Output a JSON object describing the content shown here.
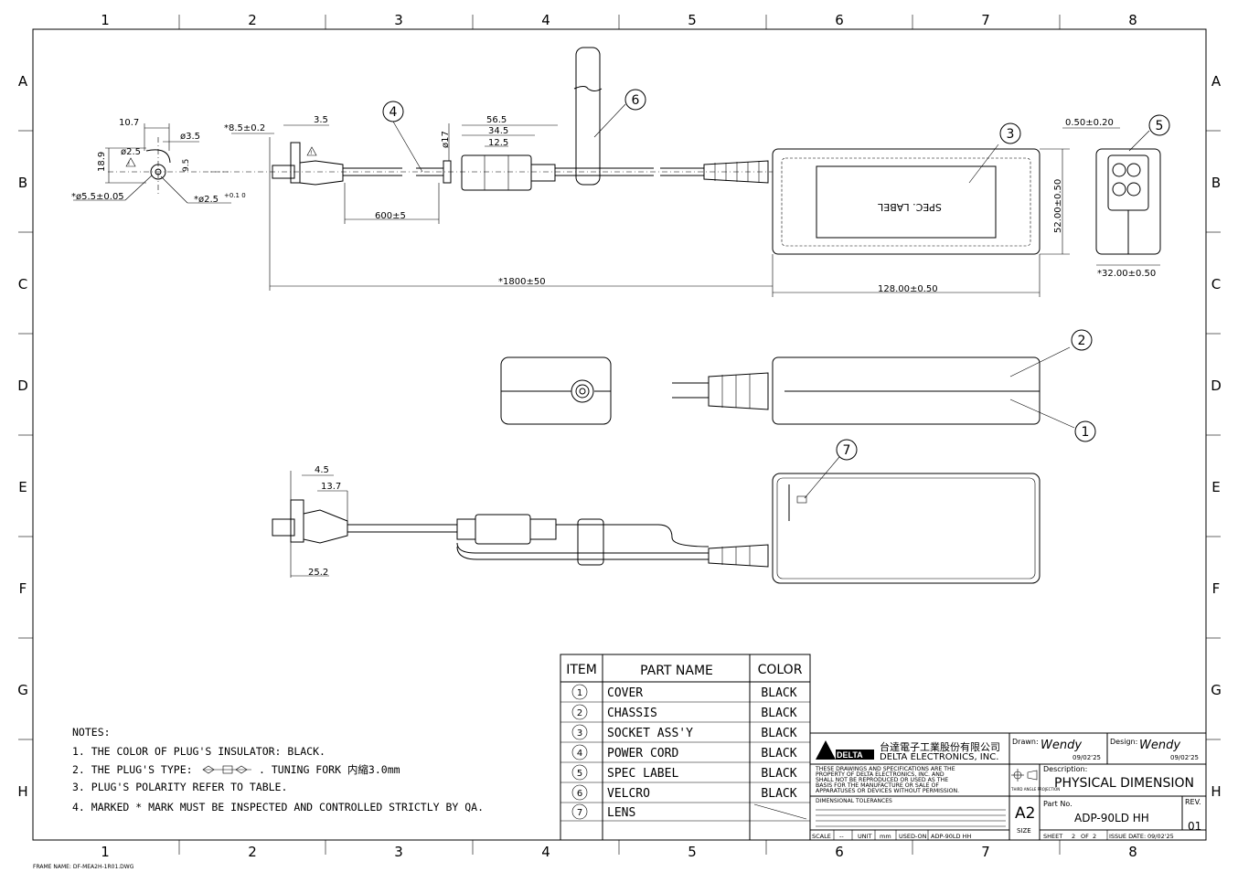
{
  "frame": {
    "columns": [
      "1",
      "2",
      "3",
      "4",
      "5",
      "6",
      "7",
      "8"
    ],
    "rows": [
      "A",
      "B",
      "C",
      "D",
      "E",
      "F",
      "G",
      "H"
    ],
    "frame_name": "FRAME NAME: DF-MEA2H-1R01.DWG"
  },
  "dims": {
    "plug_10_7": "10.7",
    "plug_d25": "ø2.5",
    "plug_d35": "ø3.5",
    "plug_18_9": "18.9",
    "plug_9_5": "9.5",
    "plug_od": "*ø5.5±0.05",
    "plug_id": "*ø2.5",
    "plug_id_tol": "+0.1 0",
    "len_8_5": "*8.5±0.2",
    "len_3_5": "3.5",
    "len_600": "600±5",
    "d17": "ø17",
    "len_56_5": "56.5",
    "len_34_5": "34.5",
    "len_12_5": "12.5",
    "len_1800": "*1800±50",
    "len_128": "128.00±0.50",
    "len_52": "52.00±0.50",
    "len_0_5": "0.50±0.20",
    "len_32": "*32.00±0.50",
    "len_4_5": "4.5",
    "len_13_7": "13.7",
    "len_25_2": "25.2",
    "spec_label": "SPEC. LABEL"
  },
  "balloons": [
    "1",
    "2",
    "3",
    "4",
    "5",
    "6",
    "7"
  ],
  "notes": {
    "title": "NOTES:",
    "items": [
      "1.  THE COLOR OF PLUG'S INSULATOR: BLACK.",
      "2.  THE PLUG'S TYPE:",
      "3.  PLUG'S POLARITY REFER TO TABLE.",
      "4.  MARKED * MARK MUST BE INSPECTED AND CONTROLLED STRICTLY BY QA."
    ],
    "note2_tail": ".   TUNING FORK  内縮3.0mm"
  },
  "parts_table": {
    "headers": [
      "ITEM",
      "PART NAME",
      "COLOR"
    ],
    "rows": [
      {
        "item": "1",
        "name": "COVER",
        "color": "BLACK"
      },
      {
        "item": "2",
        "name": "CHASSIS",
        "color": "BLACK"
      },
      {
        "item": "3",
        "name": "SOCKET ASS'Y",
        "color": "BLACK"
      },
      {
        "item": "4",
        "name": "POWER CORD",
        "color": "BLACK"
      },
      {
        "item": "5",
        "name": "SPEC LABEL",
        "color": "BLACK"
      },
      {
        "item": "6",
        "name": "VELCRO",
        "color": "BLACK"
      },
      {
        "item": "7",
        "name": "LENS",
        "color": ""
      }
    ]
  },
  "title_block": {
    "company_cn": "台達電子工業股份有限公司",
    "company_en": "DELTA ELECTRONICS, INC.",
    "logo": "DELTA",
    "drawn_label": "Drawn:",
    "drawn_by": "Wendy",
    "drawn_date": "09/02'25",
    "design_label": "Design:",
    "design_by": "Wendy",
    "design_date": "09/02'25",
    "disclaimer": [
      "THESE DRAWINGS AND SPECIFICATIONS ARE THE",
      "PROPERTY OF DELTA ELECTRONICS, INC. AND",
      "SHALL NOT BE REPRODUCED OR USED AS THE",
      "BASIS FOR THE MANUFACTURE OR SALE OF",
      "APPARATUSES OR DEVICES WITHOUT PERMISSION."
    ],
    "projection": "THIRD ANGLE PROJECTION",
    "description_label": "Description:",
    "description": "PHYSICAL DIMENSION",
    "tolerance_label": "DIMENSIONAL TOLERANCES",
    "size_label": "SIZE",
    "size": "A2",
    "part_label": "Part No.",
    "part_no": "ADP-90LD HH",
    "rev_label": "REV.",
    "rev": "01",
    "scale_label": "SCALE",
    "scale": "--",
    "unit_label": "UNIT",
    "unit": "mm",
    "used_on_label": "USED-ON",
    "used_on": "ADP-90LD HH",
    "sheet_label": "SHEET",
    "sheet": "2",
    "of_label": "OF",
    "of": "2",
    "issue_label": "ISSUE DATE:",
    "issue_date": "09/02'25"
  }
}
